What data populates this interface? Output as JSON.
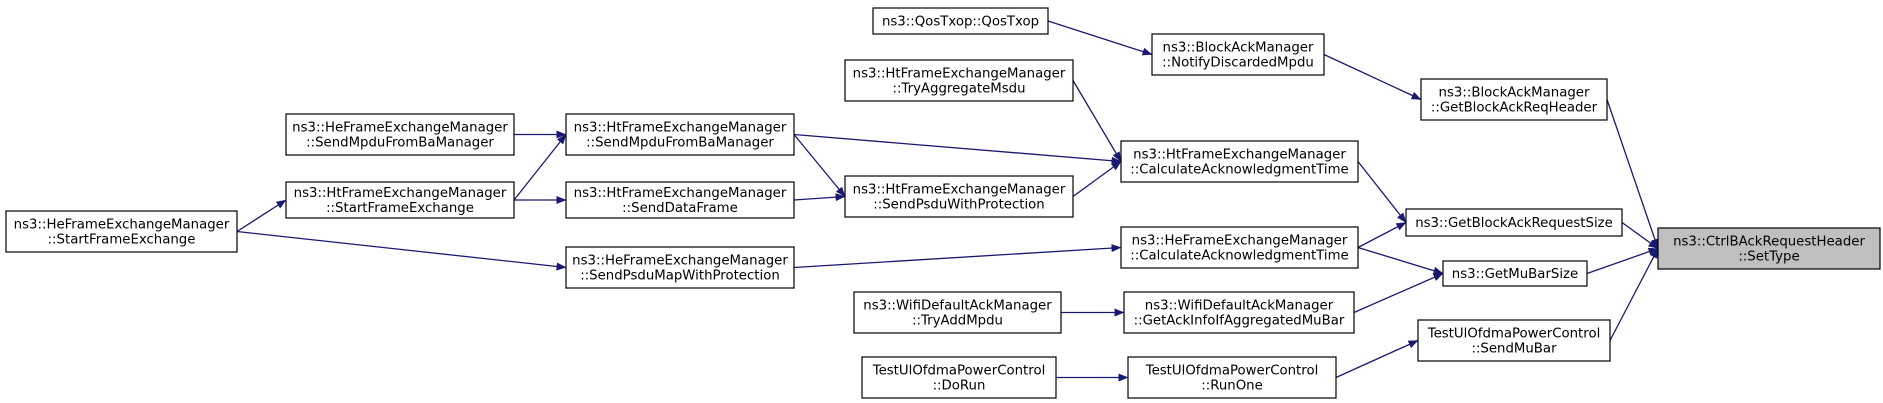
{
  "graph": {
    "edge_color": "#191970",
    "root_fill": "#bfbfbf",
    "node_fill": "#ffffff",
    "border_color": "#000000",
    "nodes": [
      {
        "id": "root",
        "name": "node-ctrl-back-request-header-set-type",
        "lines": [
          "ns3::CtrlBAckRequestHeader",
          "::SetType"
        ],
        "root": true
      },
      {
        "id": "getBlockAckReqHeader",
        "name": "node-block-ack-manager-get-block-ack-req-header",
        "lines": [
          "ns3::BlockAckManager",
          "::GetBlockAckReqHeader"
        ]
      },
      {
        "id": "notifyDiscarded",
        "name": "node-block-ack-manager-notify-discarded-mpdu",
        "lines": [
          "ns3::BlockAckManager",
          "::NotifyDiscardedMpdu"
        ]
      },
      {
        "id": "qosTxop",
        "name": "node-qos-txop-constructor",
        "lines": [
          "ns3::QosTxop::QosTxop"
        ]
      },
      {
        "id": "getBlockAckRequestSize",
        "name": "node-get-block-ack-request-size",
        "lines": [
          "ns3::GetBlockAckRequestSize"
        ]
      },
      {
        "id": "htCalcAck",
        "name": "node-ht-calculate-acknowledgment-time",
        "lines": [
          "ns3::HtFrameExchangeManager",
          "::CalculateAcknowledgmentTime"
        ]
      },
      {
        "id": "heCalcAck",
        "name": "node-he-calculate-acknowledgment-time",
        "lines": [
          "ns3::HeFrameExchangeManager",
          "::CalculateAcknowledgmentTime"
        ]
      },
      {
        "id": "tryAggregateMsdu",
        "name": "node-ht-try-aggregate-msdu",
        "lines": [
          "ns3::HtFrameExchangeManager",
          "::TryAggregateMsdu"
        ]
      },
      {
        "id": "htSendMpduFromBa",
        "name": "node-ht-send-mpdu-from-ba-manager",
        "lines": [
          "ns3::HtFrameExchangeManager",
          "::SendMpduFromBaManager"
        ]
      },
      {
        "id": "heSendMpduFromBa",
        "name": "node-he-send-mpdu-from-ba-manager",
        "lines": [
          "ns3::HeFrameExchangeManager",
          "::SendMpduFromBaManager"
        ]
      },
      {
        "id": "htSendPsdu",
        "name": "node-ht-send-psdu-with-protection",
        "lines": [
          "ns3::HtFrameExchangeManager",
          "::SendPsduWithProtection"
        ]
      },
      {
        "id": "htSendDataFrame",
        "name": "node-ht-send-data-frame",
        "lines": [
          "ns3::HtFrameExchangeManager",
          "::SendDataFrame"
        ]
      },
      {
        "id": "htStartFrame",
        "name": "node-ht-start-frame-exchange",
        "lines": [
          "ns3::HtFrameExchangeManager",
          "::StartFrameExchange"
        ]
      },
      {
        "id": "heStartFrame",
        "name": "node-he-start-frame-exchange",
        "lines": [
          "ns3::HeFrameExchangeManager",
          "::StartFrameExchange"
        ]
      },
      {
        "id": "heSendPsduMap",
        "name": "node-he-send-psdu-map-with-protection",
        "lines": [
          "ns3::HeFrameExchangeManager",
          "::SendPsduMapWithProtection"
        ]
      },
      {
        "id": "getMuBarSize",
        "name": "node-get-mu-bar-size",
        "lines": [
          "ns3::GetMuBarSize"
        ]
      },
      {
        "id": "getAckInfo",
        "name": "node-wifi-default-ack-manager-get-ack-info",
        "lines": [
          "ns3::WifiDefaultAckManager",
          "::GetAckInfoIfAggregatedMuBar"
        ]
      },
      {
        "id": "tryAddMpdu",
        "name": "node-wifi-default-ack-manager-try-add-mpdu",
        "lines": [
          "ns3::WifiDefaultAckManager",
          "::TryAddMpdu"
        ]
      },
      {
        "id": "sendMuBar",
        "name": "node-test-ul-ofdma-power-control-send-mu-bar",
        "lines": [
          "TestUlOfdmaPowerControl",
          "::SendMuBar"
        ]
      },
      {
        "id": "runOne",
        "name": "node-test-ul-ofdma-power-control-run-one",
        "lines": [
          "TestUlOfdmaPowerControl",
          "::RunOne"
        ]
      },
      {
        "id": "doRun",
        "name": "node-test-ul-ofdma-power-control-do-run",
        "lines": [
          "TestUlOfdmaPowerControl",
          "::DoRun"
        ]
      }
    ],
    "edges": [
      {
        "from": "getBlockAckReqHeader",
        "to": "root"
      },
      {
        "from": "getBlockAckRequestSize",
        "to": "root"
      },
      {
        "from": "getMuBarSize",
        "to": "root"
      },
      {
        "from": "sendMuBar",
        "to": "root"
      },
      {
        "from": "notifyDiscarded",
        "to": "getBlockAckReqHeader"
      },
      {
        "from": "qosTxop",
        "to": "notifyDiscarded"
      },
      {
        "from": "htCalcAck",
        "to": "getBlockAckRequestSize"
      },
      {
        "from": "heCalcAck",
        "to": "getBlockAckRequestSize"
      },
      {
        "from": "heCalcAck",
        "to": "getMuBarSize"
      },
      {
        "from": "getAckInfo",
        "to": "getMuBarSize"
      },
      {
        "from": "tryAggregateMsdu",
        "to": "htCalcAck"
      },
      {
        "from": "htSendMpduFromBa",
        "to": "htCalcAck"
      },
      {
        "from": "htSendPsdu",
        "to": "htCalcAck"
      },
      {
        "from": "heSendPsduMap",
        "to": "heCalcAck"
      },
      {
        "from": "tryAddMpdu",
        "to": "getAckInfo"
      },
      {
        "from": "runOne",
        "to": "sendMuBar"
      },
      {
        "from": "doRun",
        "to": "runOne"
      },
      {
        "from": "heSendMpduFromBa",
        "to": "htSendMpduFromBa"
      },
      {
        "from": "htStartFrame",
        "to": "htSendMpduFromBa"
      },
      {
        "from": "htSendMpduFromBa",
        "to": "htSendPsdu"
      },
      {
        "from": "htSendDataFrame",
        "to": "htSendPsdu"
      },
      {
        "from": "htStartFrame",
        "to": "htSendDataFrame"
      },
      {
        "from": "heStartFrame",
        "to": "htStartFrame"
      },
      {
        "from": "heStartFrame",
        "to": "heSendPsduMap"
      }
    ]
  }
}
